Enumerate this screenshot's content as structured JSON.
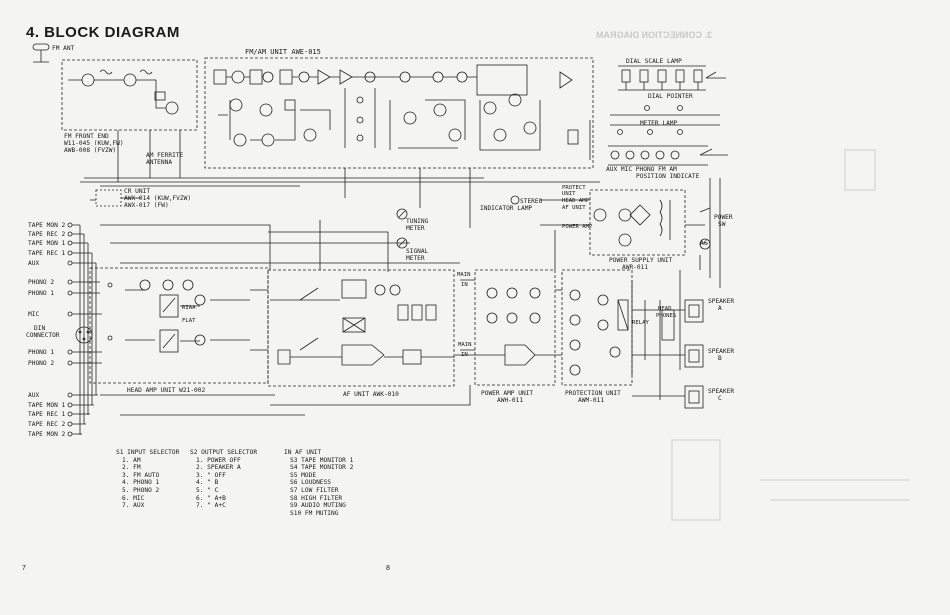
{
  "title": "4. BLOCK DIAGRAM",
  "ghost_title": "3. CONNECTION DIAGRAM",
  "units": {
    "fm_front_end": [
      "FM FRONT END",
      "W11-045 (KUW,FW)",
      "AWB-008 (FVZW)"
    ],
    "fm_am": "FM/AM UNIT AWE-015",
    "cr": [
      "CR UNIT",
      "AWX-014 (KUW,FVZW)",
      "AWX-017 (FW)"
    ],
    "head_amp": "HEAD AMP UNIT W21-002",
    "af": "AF UNIT AWK-010",
    "power_amp": [
      "POWER AMP UNIT",
      "AWH-011"
    ],
    "protection": [
      "PROTECTION UNIT",
      "AWM-011"
    ],
    "power_supply": [
      "POWER SUPPLY UNIT",
      "AWR-011"
    ]
  },
  "labels": {
    "fm_ant": "FM ANT",
    "am_ant": [
      "AM FERRITE",
      "ANTENNA"
    ],
    "dial_lamp": "DIAL SCALE LAMP",
    "dial_pointer": "DIAL POINTER",
    "meter_lamp": "METER LAMP",
    "position_indicate": [
      "AUX MIC PHONO FM AM",
      "POSITION INDICATE"
    ],
    "protect": [
      "PROTECT",
      "UNIT",
      "HEAD AMP",
      "AF UNIT"
    ],
    "power_amp_short": "POWER AMP",
    "stereo": [
      "STEREO",
      "INDICATOR LAMP"
    ],
    "tuning": [
      "TUNING",
      "METER"
    ],
    "signal": [
      "SIGNAL",
      "METER"
    ],
    "power_sw": [
      "POWER",
      "SW"
    ],
    "ac": "AC",
    "relay": "RELAY",
    "head_phones": [
      "HEAD",
      "PHONES"
    ],
    "riaa": "RIAA",
    "flat": "FLAT",
    "main_in": [
      "MAIN",
      "IN"
    ],
    "main_in2": [
      "MAIN",
      "IN"
    ],
    "din": [
      "DIN",
      "CONNECTOR"
    ],
    "speakers": [
      "SPEAKER",
      "A",
      "SPEAKER",
      "B",
      "SPEAKER",
      "C"
    ]
  },
  "left_jacks_top": [
    "TAPE MON 2",
    "TAPE REC 2",
    "TAPE MON 1",
    "TAPE REC 1",
    "AUX",
    "PHONO 2",
    "PHONO 1",
    "MIC",
    "PHONO 1",
    "PHONO 2"
  ],
  "left_jacks_bottom": [
    "AUX",
    "TAPE MON 1",
    "TAPE REC 1",
    "TAPE REC 2",
    "TAPE MON 2"
  ],
  "legend": {
    "s1_head": "S1 INPUT SELECTOR",
    "s1_items": [
      "1. AM",
      "2. FM",
      "3. FM AUTO",
      "4. PHONO 1",
      "5. PHONO 2",
      "6. MIC",
      "7. AUX"
    ],
    "s2_head": "S2 OUTPUT SELECTOR",
    "s2_items": [
      "1. POWER OFF",
      "2. SPEAKER A",
      "3.   \"     OFF",
      "4.   \"     B",
      "5.   \"     C",
      "6.   \"     A+B",
      "7.   \"     A+C"
    ],
    "af_head": "IN AF UNIT",
    "af_items": [
      "S3  TAPE MONITOR 1",
      "S4  TAPE MONITOR 2",
      "S5  MODE",
      "S6  LOUDNESS",
      "S7  LOW FILTER",
      "S8  HIGH FILTER",
      "S9  AUDIO MUTING",
      "S10 FM MUTING"
    ]
  },
  "page_numbers": [
    "7",
    "8"
  ]
}
